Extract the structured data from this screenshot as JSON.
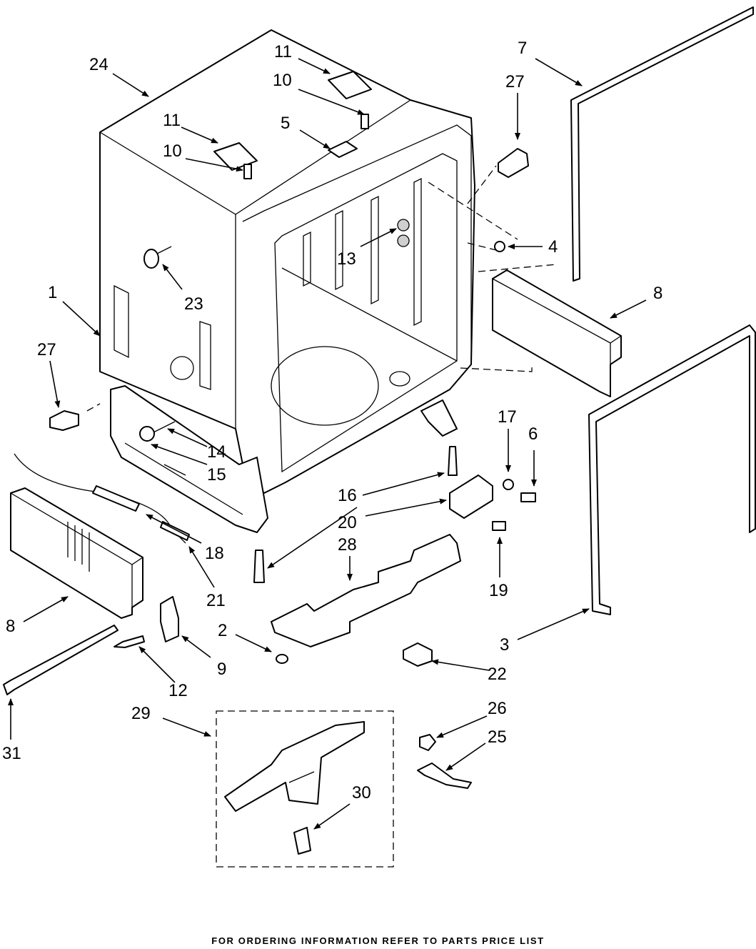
{
  "diagram": {
    "callouts": [
      "24",
      "11",
      "10",
      "11",
      "10",
      "5",
      "7",
      "27",
      "4",
      "13",
      "23",
      "1",
      "8",
      "27",
      "17",
      "6",
      "14",
      "15",
      "16",
      "20",
      "18",
      "28",
      "21",
      "19",
      "8",
      "2",
      "9",
      "3",
      "22",
      "12",
      "29",
      "26",
      "25",
      "31",
      "30"
    ]
  },
  "footer": {
    "text": "FOR ORDERING INFORMATION REFER TO PARTS PRICE LIST"
  }
}
